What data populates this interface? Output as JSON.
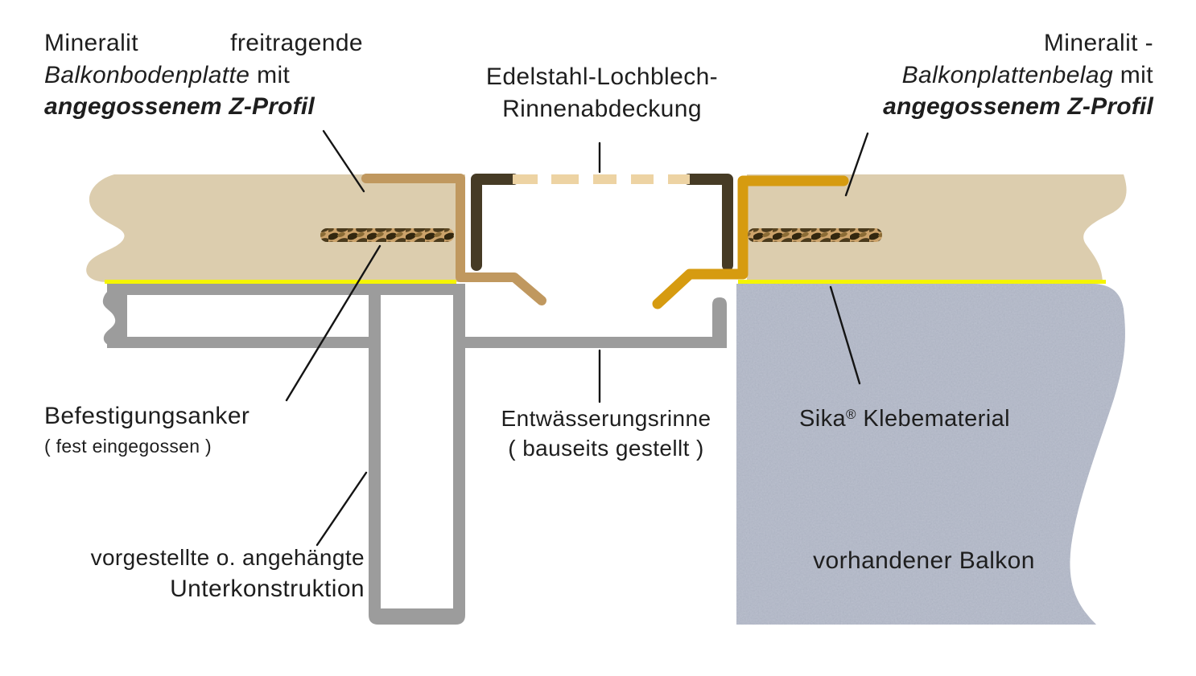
{
  "colors": {
    "slab_beige": "#DCCDAE",
    "perforated_beige": "#EDD3A3",
    "cover_dark_brown": "#463B25",
    "z_profile_tan": "#C0985F",
    "z_profile_gold": "#D69B10",
    "steel_gray": "#9C9C9C",
    "balcony_blue_gray": "#AEB4C3",
    "adhesive_yellow": "#F5F500",
    "text": "#1E1E1E",
    "leader_line": "#141414"
  },
  "labels": {
    "top_left": {
      "word1": "Mineralit",
      "word2": "freitragende",
      "line2_italic": "Balkonbodenplatte",
      "line2_rest": "mit",
      "line3": "angegossenem Z-Profil"
    },
    "top_center": {
      "line1": "Edelstahl-Lochblech-",
      "line2": "Rinnenabdeckung"
    },
    "top_right": {
      "line1": "Mineralit -",
      "line2_italic": "Balkonplattenbelag",
      "line2_rest": "mit",
      "line3": "angegossenem Z-Profil"
    },
    "fastening_anchor": {
      "title": "Befestigungsanker",
      "note": "( fest eingegossen )"
    },
    "drainage_channel": {
      "title": "Entwässerungsrinne",
      "note": "( bauseits gestellt )"
    },
    "adhesive": {
      "brand": "Sika",
      "registered": "®",
      "rest": "Klebematerial"
    },
    "substructure": {
      "line1": "vorgestellte o. angehängte",
      "line2": "Unterkonstruktion"
    },
    "existing_balcony": "vorhandener Balkon"
  }
}
